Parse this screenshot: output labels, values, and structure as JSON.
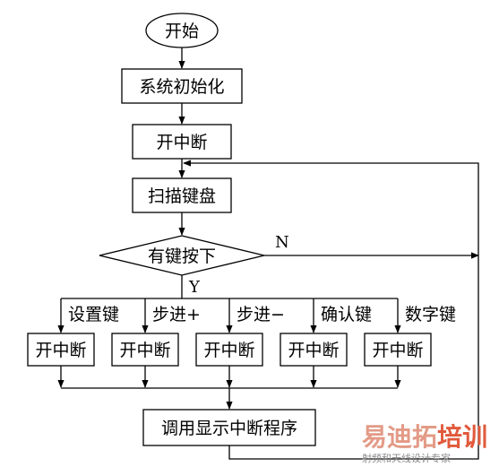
{
  "flowchart": {
    "start": "开始",
    "init": "系统初始化",
    "enable_interrupt": "开中断",
    "scan_keyboard": "扫描键盘",
    "key_pressed": "有键按下",
    "no": "N",
    "yes": "Y",
    "branches": [
      {
        "key": "设置键",
        "action": "开中断"
      },
      {
        "key": "步进+",
        "action": "开中断"
      },
      {
        "key": "步进−",
        "action": "开中断"
      },
      {
        "key": "确认键",
        "action": "开中断"
      },
      {
        "key": "数字键",
        "action": "开中断"
      }
    ],
    "display_routine": "调用显示中断程序"
  },
  "watermark": {
    "main": "易迪拓培训",
    "sub": "射频和天线设计专家",
    "colors": [
      "#e39a86",
      "#e39a86",
      "#e39a86",
      "#e05a3c",
      "#e05a3c"
    ]
  }
}
